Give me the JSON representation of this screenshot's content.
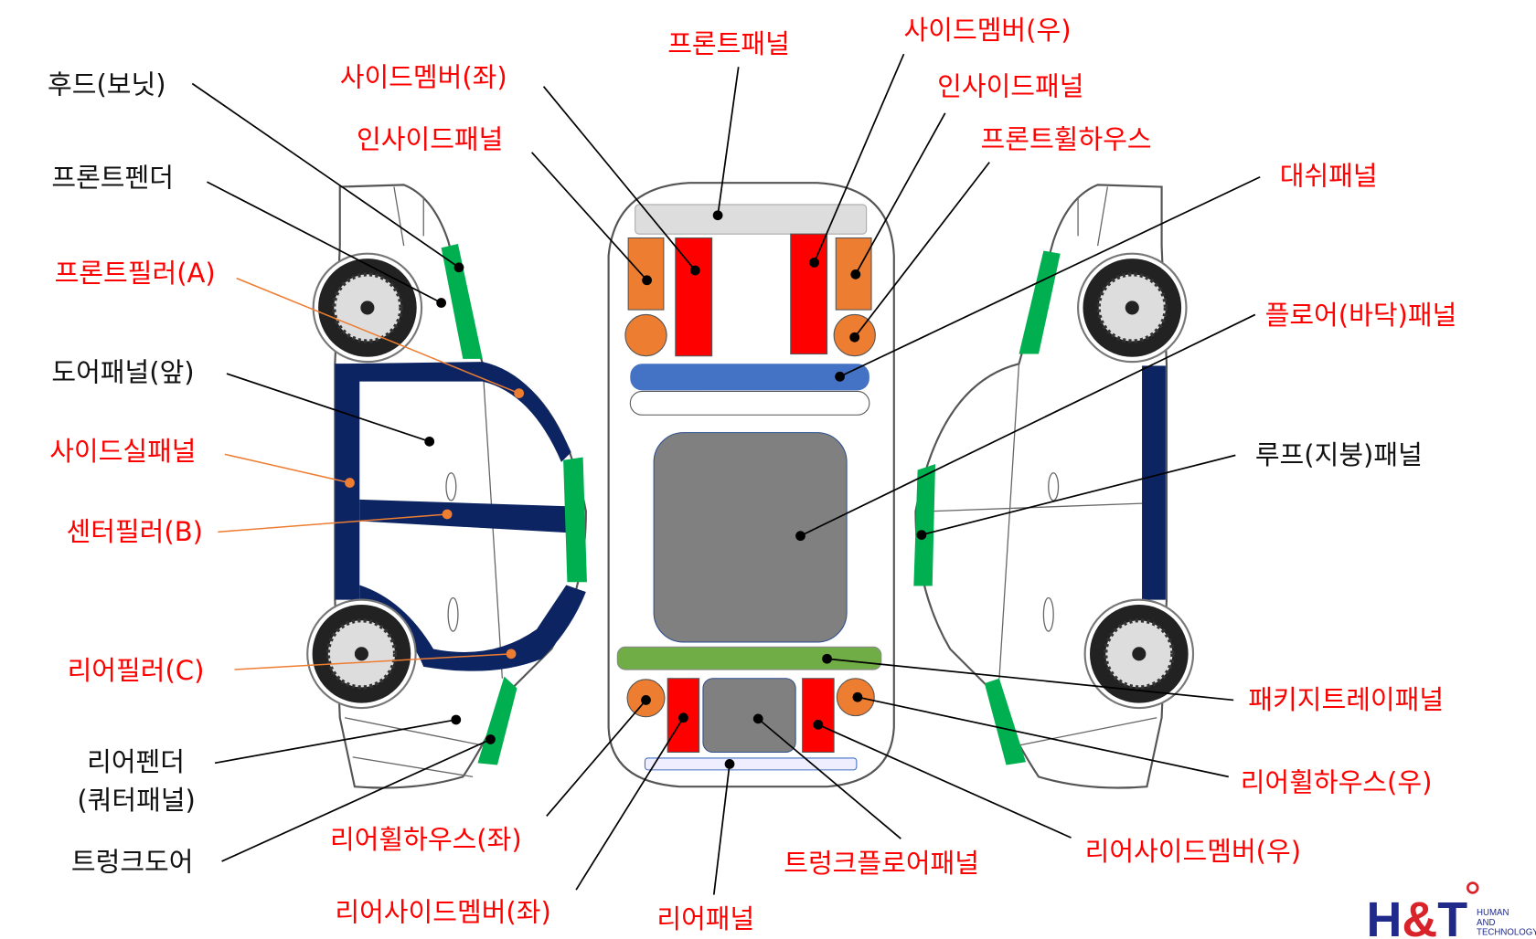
{
  "labels": {
    "hood": "후드(보닛)",
    "front_fender": "프론트펜더",
    "front_pillar": "프론트필러(A)",
    "door_front": "도어패널(앞)",
    "side_sill": "사이드실패널",
    "center_pillar": "센터필러(B)",
    "rear_pillar": "리어필러(C)",
    "rear_fender_1": "리어펜더",
    "rear_fender_2": "(쿼터패널)",
    "trunk_door": "트렁크도어",
    "side_member_left": "사이드멤버(좌)",
    "inside_panel_left": "인사이드패널",
    "front_panel": "프론트패널",
    "side_member_right": "사이드멤버(우)",
    "inside_panel_right": "인사이드패널",
    "front_wheel_house": "프론트휠하우스",
    "dash_panel": "대쉬패널",
    "floor_panel": "플로어(바닥)패널",
    "roof_panel": "루프(지붕)패널",
    "package_tray": "패키지트레이패널",
    "rear_wheel_house_right": "리어휠하우스(우)",
    "rear_side_member_right": "리어사이드멤버(우)",
    "trunk_floor": "트렁크플로어패널",
    "rear_panel": "리어패널",
    "rear_wheel_house_left": "리어휠하우스(좌)",
    "rear_side_member_left": "리어사이드멤버(좌)"
  },
  "logo": {
    "mark": "H&T",
    "line1": "HUMAN",
    "line2": "AND",
    "line3": "TECHNOLOGY"
  },
  "colors": {
    "red": "#ff0000",
    "orange": "#ed7d31",
    "navy": "#0d2463",
    "green": "#00b050",
    "blue": "#4472c4",
    "olive_green": "#70ad47",
    "gray": "#808080"
  }
}
